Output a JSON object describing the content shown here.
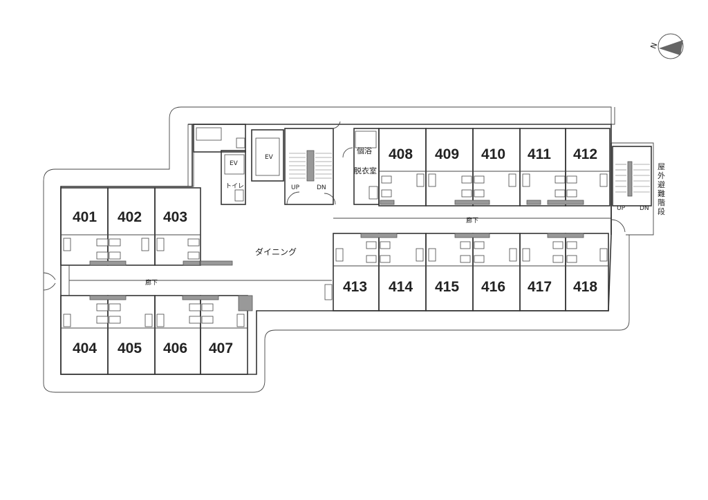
{
  "compass": {
    "letter": "N"
  },
  "rooms_west_north": [
    "401",
    "402",
    "403"
  ],
  "rooms_west_south": [
    "404",
    "405",
    "406",
    "407"
  ],
  "rooms_east_north": [
    "408",
    "409",
    "410",
    "411",
    "412"
  ],
  "rooms_east_south": [
    "413",
    "414",
    "415",
    "416",
    "417",
    "418"
  ],
  "labels": {
    "dining": "ダイニング",
    "corridor_west": "廊下",
    "corridor_east": "廊下",
    "toilet": "トイレ",
    "ev_small": "EV",
    "ev_large": "EV",
    "bath": "個浴",
    "dressing": "脱衣室",
    "stair_up": "UP",
    "stair_dn": "DN",
    "ext_stair_up": "UP",
    "ext_stair_dn": "DN",
    "ext_stair_title": [
      "屋",
      "外",
      "避",
      "難",
      "階",
      "段"
    ]
  }
}
